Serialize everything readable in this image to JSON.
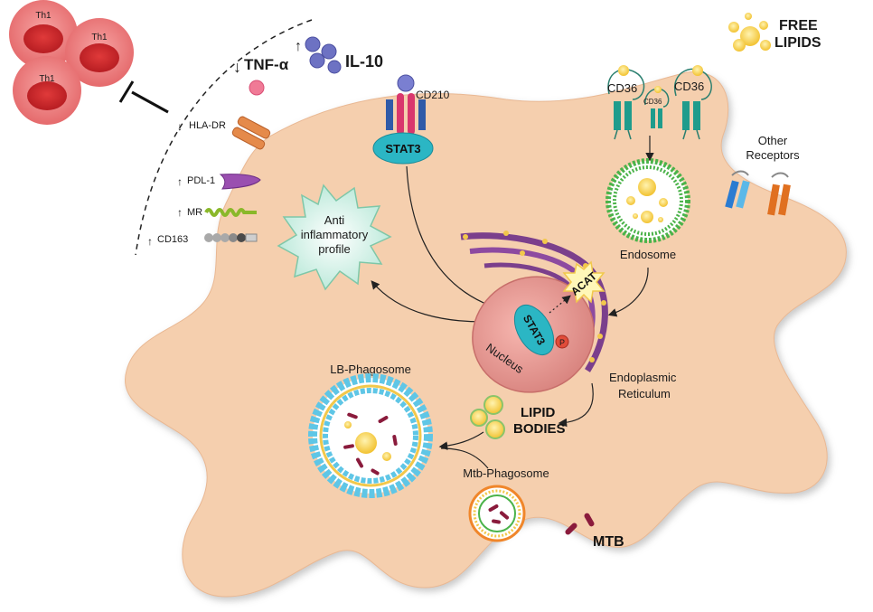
{
  "th1_cells": [
    "Th1",
    "Th1",
    "Th1"
  ],
  "cytokines": {
    "tnf": {
      "arrow": "↓",
      "label": "TNF-α"
    },
    "il10": {
      "arrow": "↑",
      "label": "IL-10"
    }
  },
  "surface_markers": [
    {
      "arrow": "↓",
      "label": "HLA-DR"
    },
    {
      "arrow": "↑",
      "label": "PDL-1"
    },
    {
      "arrow": "↑",
      "label": "MR"
    },
    {
      "arrow": "↑",
      "label": "CD163"
    }
  ],
  "receptor": {
    "label": "CD210",
    "stat": "STAT3"
  },
  "cd36_labels": [
    "CD36",
    "CD36",
    "CD36"
  ],
  "free_lipids": [
    "FREE",
    "LIPIDS"
  ],
  "other_receptors": [
    "Other",
    "Receptors"
  ],
  "endosome": "Endosome",
  "anti_inflammatory": [
    "Anti",
    "inflammatory",
    "profile"
  ],
  "nucleus": {
    "label": "Nucleus",
    "stat": "STAT3",
    "phospho": "P"
  },
  "acat": "ACAT",
  "er": [
    "Endoplasmic",
    "Reticulum"
  ],
  "lipid_bodies": [
    "LIPID",
    "BODIES"
  ],
  "lb_phagosome": "LB-Phagosome",
  "mtb_phagosome": "Mtb-Phagosome",
  "mtb": "MTB",
  "colors": {
    "cell": "#f5cfae",
    "th1": "#e8585c",
    "stat3": "#2bb6c4",
    "er": "#7b3f8c",
    "lipid": "#f2c84b",
    "bacteria": "#8a1b3c",
    "receptor_teal": "#1f9c8c"
  }
}
